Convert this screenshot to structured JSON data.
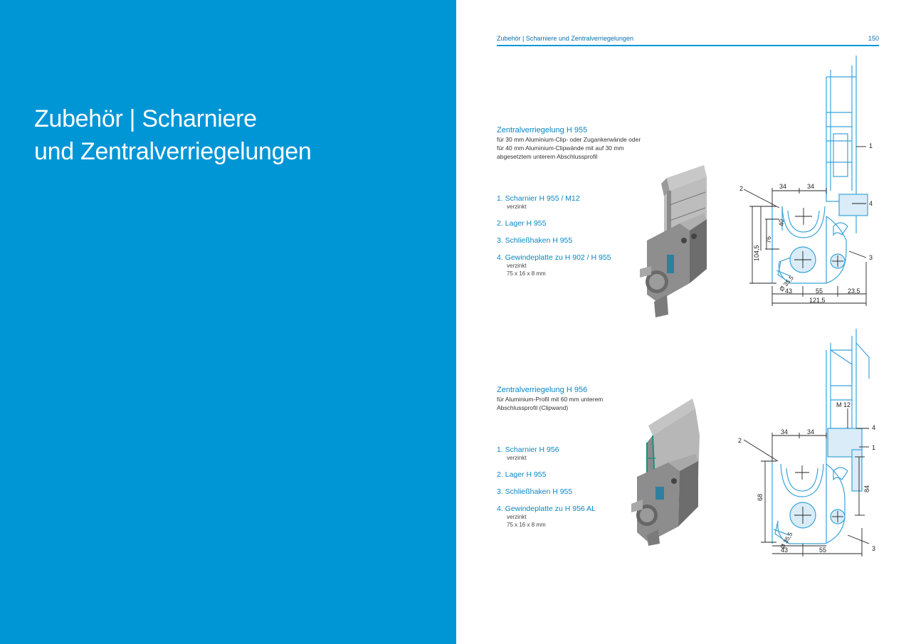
{
  "left": {
    "title_line1": "Zubehör | Scharniere",
    "title_line2": "und Zentralverriegelungen"
  },
  "header": {
    "title": "Zubehör | Scharniere und Zentralverriegelungen",
    "page_number": "150"
  },
  "section1": {
    "title": "Zentralverriegelung H 955",
    "desc_lines": [
      "für 30 mm Aluminium-Clip- oder Zugankerwände oder",
      "für 40 mm Aluminium-Clipwände mit auf 30 mm",
      "abgesetztem unterem Abschlussprofil"
    ],
    "parts": [
      {
        "label": "1. Scharnier H 955 / M12",
        "sub": [
          "verzinkt"
        ]
      },
      {
        "label": "2. Lager H 955",
        "sub": []
      },
      {
        "label": "3. Schließhaken H 955",
        "sub": []
      },
      {
        "label": "4. Gewindeplatte zu H 902 / H 955",
        "sub": [
          "verzinkt",
          "75 x 16 x 8 mm"
        ]
      }
    ],
    "dims": {
      "top_a": "34",
      "top_b": "34",
      "h40": "40",
      "h76": "76",
      "h104": "104,5",
      "dia": "Ø 35,5",
      "b43": "43",
      "b55": "55",
      "b23": "23,5",
      "total": "121,5",
      "c1": "1",
      "c2": "2",
      "c3": "3",
      "c4": "4"
    }
  },
  "section2": {
    "title": "Zentralverriegelung H 956",
    "desc_lines": [
      "für Aluminium-Profil mit 60 mm unterem",
      "Abschlussprofil (Clipwand)"
    ],
    "parts": [
      {
        "label": "1. Scharnier H 956",
        "sub": [
          "verzinkt"
        ]
      },
      {
        "label": "2. Lager H 955",
        "sub": []
      },
      {
        "label": "3. Schließhaken H 955",
        "sub": []
      },
      {
        "label": "4. Gewindeplatte zu H 956 AL",
        "sub": [
          "verzinkt",
          "75 x 16 x 8 mm"
        ]
      }
    ],
    "dims": {
      "top_a": "34",
      "top_b": "34",
      "m12": "M 12",
      "h68": "68",
      "h84": "84",
      "dia": "Ø 35,5",
      "b43": "43",
      "b55": "55",
      "c1": "1",
      "c2": "2",
      "c3": "3",
      "c4": "4"
    }
  },
  "colors": {
    "brand_blue": "#0096d6",
    "text_blue": "#0a87c6",
    "drawing_blue": "#3aa3d8"
  }
}
